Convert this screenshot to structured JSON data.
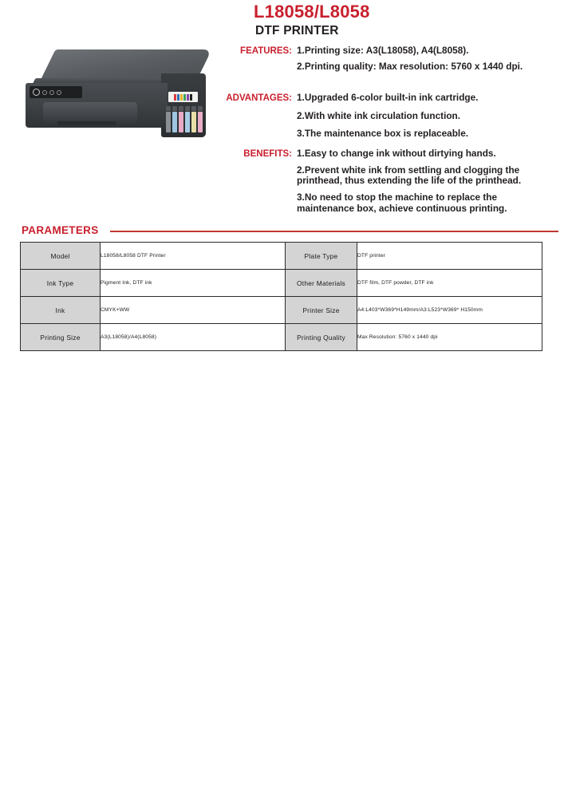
{
  "header": {
    "model_title": "L18058/L8058",
    "product_type": "DTF PRINTER",
    "accent_color": "#c8202e"
  },
  "product_image": {
    "name": "dtf-printer-photo",
    "body_color": "#3e4245",
    "lid_color": "#5d6165",
    "ink_tank_colors": [
      "#8b8f93",
      "#9fc4e0",
      "#e8a9c4",
      "#a8cbe4",
      "#e8dfa8",
      "#e9aec6"
    ],
    "label_bar_colors": [
      "#e03a3a",
      "#2f6fb5",
      "#e8b52a",
      "#3aa35a",
      "#8e44ad",
      "#202020"
    ],
    "control_buttons": [
      "power-button",
      "button-1",
      "button-2",
      "button-3"
    ]
  },
  "spec_sections": [
    {
      "label": "FEATURES:",
      "items": [
        "1.Printing size: A3(L18058), A4(L8058).",
        "2.Printing quality: Max resolution: 5760 x 1440 dpi."
      ]
    },
    {
      "label": "ADVANTAGES:",
      "items": [
        "1.Upgraded 6-color built-in ink cartridge.",
        "2.With white ink circulation function.",
        "3.The maintenance box is replaceable."
      ]
    },
    {
      "label": "BENEFITS:",
      "items": [
        "1.Easy to change ink without dirtying hands.",
        "2.Prevent white ink from settling and clogging the printhead, thus extending the life of the printhead.",
        "3.No need to stop the machine to replace the maintenance box, achieve continuous printing."
      ]
    }
  ],
  "parameters": {
    "heading": "PARAMETERS",
    "rows": [
      {
        "key_left": "Model",
        "value_left": "L18058/L8058 DTF Printer",
        "key_right": "Plate Type",
        "value_right": "DTF printer"
      },
      {
        "key_left": "Ink Type",
        "value_left": "Pigment Ink, DTF ink",
        "key_right": "Other Materials",
        "value_right": "DTF film, DTF powder, DTF ink"
      },
      {
        "key_left": "Ink",
        "value_left": "CMYK+WW",
        "key_right": "Printer Size",
        "value_right": "A4:L403*W369*H149mm/A3:L523*W369* H150mm"
      },
      {
        "key_left": "Printing Size",
        "value_left": "A3(L18058)/A4(L8058)",
        "key_right": "Printing Quality",
        "value_right": "Max Resolution: 5760 x 1440 dpi"
      }
    ]
  }
}
